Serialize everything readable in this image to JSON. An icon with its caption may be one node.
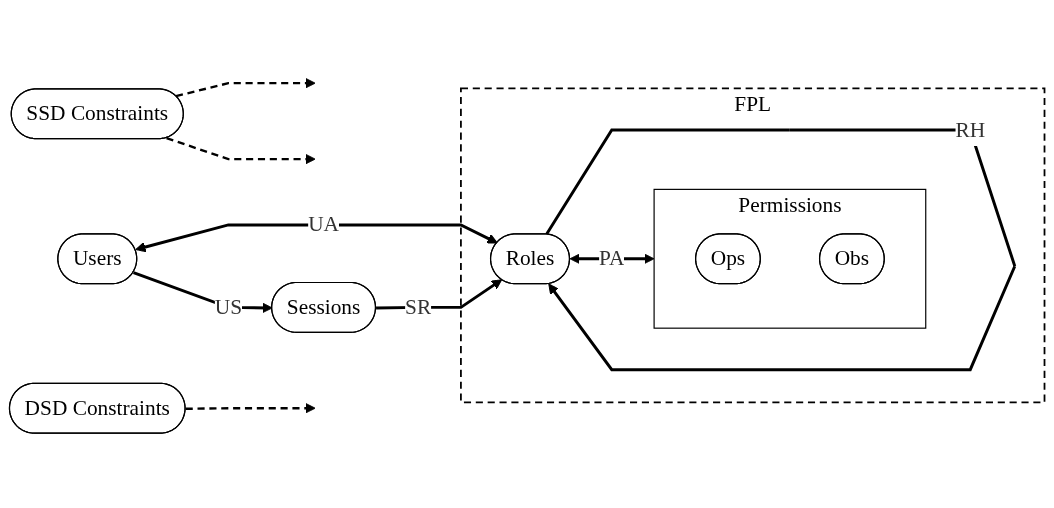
{
  "diagram": {
    "nodes": [
      {
        "text": [
          "SSD Constraints"
        ]
      },
      {
        "text": [
          "FPL"
        ]
      },
      {
        "text": [
          "Users"
        ]
      },
      {
        "text": [
          "Roles"
        ],
        "in": 1
      },
      {
        "text": [
          "Permissions"
        ],
        "in": 1
      },
      {
        "text": [
          "Ops"
        ],
        "in": 4
      },
      {
        "text": [
          "Obs"
        ],
        "in": 4
      },
      {
        "text": [
          "Sessions"
        ]
      },
      {
        "text": [
          "DSD Constraints"
        ]
      }
    ],
    "edges": [
      {
        "from": 0,
        "to": null,
        "arrow": "to",
        "style": "dashed"
      },
      {
        "from": 0,
        "to": null,
        "arrow": "to",
        "style": "dashed"
      },
      {
        "from": 2,
        "to": 3,
        "label": "UA",
        "arrow": "both"
      },
      {
        "from": 3,
        "to": 3,
        "label": "RH",
        "arrow": "to"
      },
      {
        "from": 3,
        "to": 4,
        "label": "PA",
        "arrow": "both"
      },
      {
        "from": 2,
        "to": 7,
        "label": "US",
        "arrow": "to"
      },
      {
        "from": 7,
        "to": 3,
        "label": "SR",
        "arrow": "to"
      },
      {
        "from": 8,
        "to": null,
        "arrow": "to",
        "style": "dashed"
      }
    ]
  }
}
